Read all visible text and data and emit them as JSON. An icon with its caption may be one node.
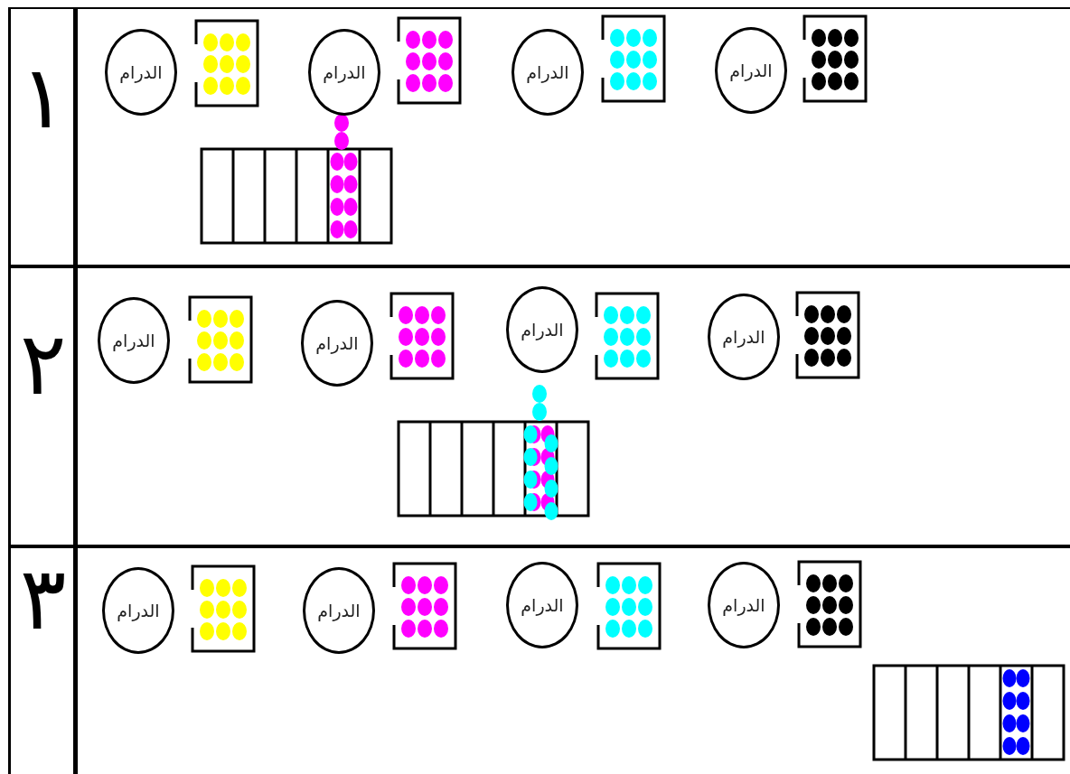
{
  "diagram": {
    "nodes": [
      {
        "text": [
          "١"
        ]
      },
      {
        "text": [
          "الدرام"
        ],
        "in": 0
      },
      {
        "text": [
          "الدرام"
        ],
        "in": 0
      },
      {
        "text": [
          "الدرام"
        ],
        "in": 0
      },
      {
        "text": [
          "الدرام"
        ],
        "in": 0
      },
      {
        "text": [
          "٢"
        ]
      },
      {
        "text": [
          "الدرام"
        ],
        "in": 5
      },
      {
        "text": [
          "الدرام"
        ],
        "in": 5
      },
      {
        "text": [
          "الدرام"
        ],
        "in": 5
      },
      {
        "text": [
          "الدرام"
        ],
        "in": 5
      },
      {
        "text": [
          "٣"
        ]
      },
      {
        "text": [
          "الدرام"
        ],
        "in": 10
      },
      {
        "text": [
          "الدرام"
        ],
        "in": 10
      },
      {
        "text": [
          "الدرام"
        ],
        "in": 10
      },
      {
        "text": [
          "الدرام"
        ],
        "in": 10
      }
    ]
  }
}
